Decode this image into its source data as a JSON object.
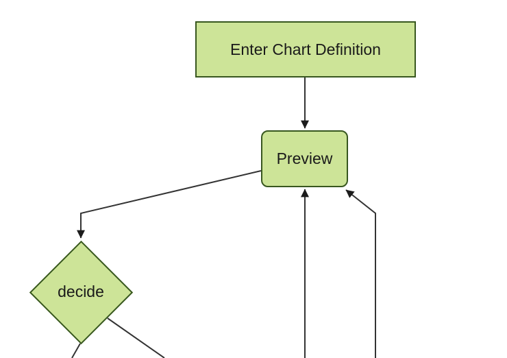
{
  "diagram": {
    "type": "flowchart",
    "orientation": "top-down",
    "cropped": true,
    "nodes": [
      {
        "id": "enter-chart-definition",
        "label": "Enter Chart Definition",
        "shape": "rectangle"
      },
      {
        "id": "preview",
        "label": "Preview",
        "shape": "rounded-rectangle"
      },
      {
        "id": "decide",
        "label": "decide",
        "shape": "diamond"
      }
    ],
    "edges": [
      {
        "from": "enter-chart-definition",
        "to": "preview",
        "arrowhead": true
      },
      {
        "from": "preview",
        "to": "decide",
        "arrowhead": true
      },
      {
        "from": "off-screen-bottom",
        "to": "preview",
        "arrowhead": true,
        "enters": "bottom-center"
      },
      {
        "from": "off-screen-bottom-right",
        "to": "preview",
        "arrowhead": true,
        "enters": "bottom-right-corner"
      },
      {
        "from": "decide",
        "to": "off-screen-bottom-left",
        "arrowhead": false
      },
      {
        "from": "decide",
        "to": "off-screen-bottom-right",
        "arrowhead": false
      }
    ],
    "colors": {
      "node_fill": "#cde498",
      "node_border": "#38571f",
      "edge_line": "#333333",
      "arrowhead": "#1c1c1c",
      "node_text": "#1a1a1a",
      "background": "#ffffff"
    }
  }
}
